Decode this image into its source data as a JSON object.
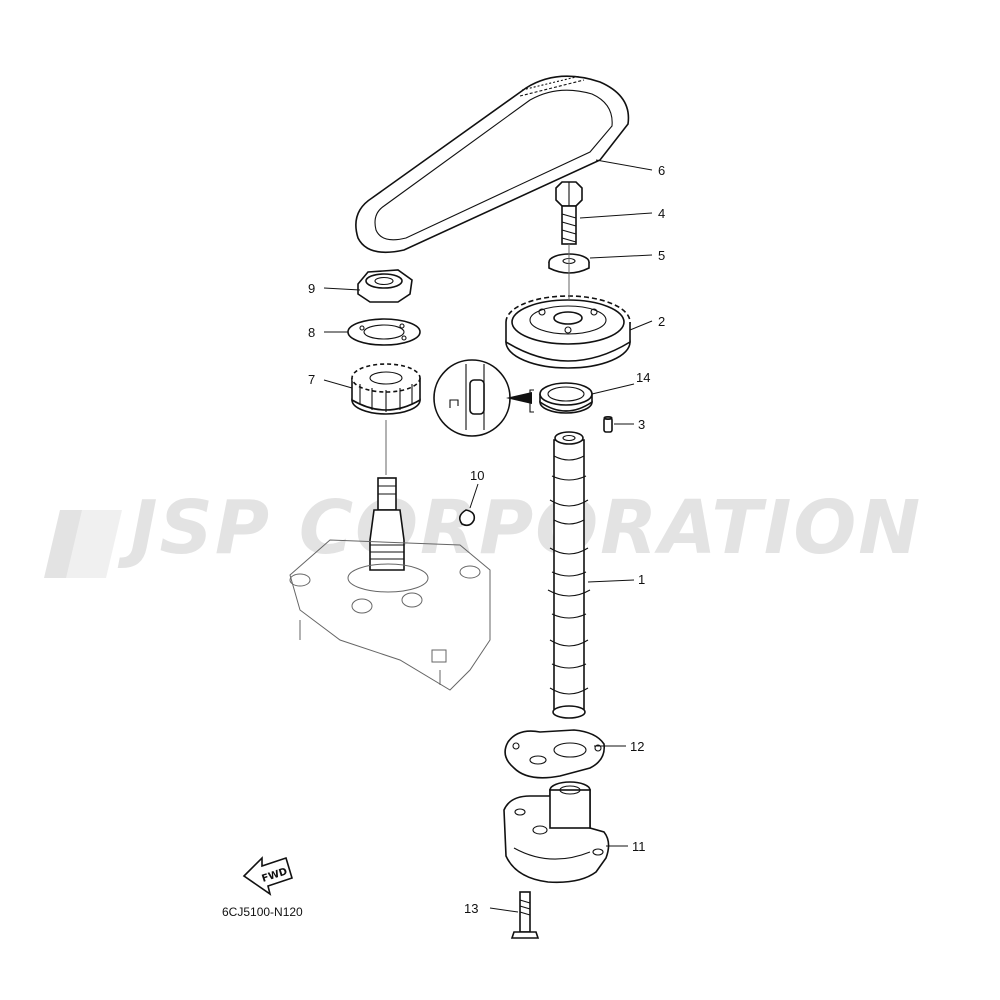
{
  "watermark": {
    "text": "JSP CORPORATION",
    "color": "#e3e3e3"
  },
  "diagram_code": "6CJ5100-N120",
  "fwd_label": "FWD",
  "callouts": [
    {
      "id": "c1",
      "number": "1"
    },
    {
      "id": "c2",
      "number": "2"
    },
    {
      "id": "c3",
      "number": "3"
    },
    {
      "id": "c4",
      "number": "4"
    },
    {
      "id": "c5",
      "number": "5"
    },
    {
      "id": "c6",
      "number": "6"
    },
    {
      "id": "c7",
      "number": "7"
    },
    {
      "id": "c8",
      "number": "8"
    },
    {
      "id": "c9",
      "number": "9"
    },
    {
      "id": "c10",
      "number": "10"
    },
    {
      "id": "c11",
      "number": "11"
    },
    {
      "id": "c12",
      "number": "12"
    },
    {
      "id": "c13",
      "number": "13"
    },
    {
      "id": "c14",
      "number": "14"
    }
  ]
}
